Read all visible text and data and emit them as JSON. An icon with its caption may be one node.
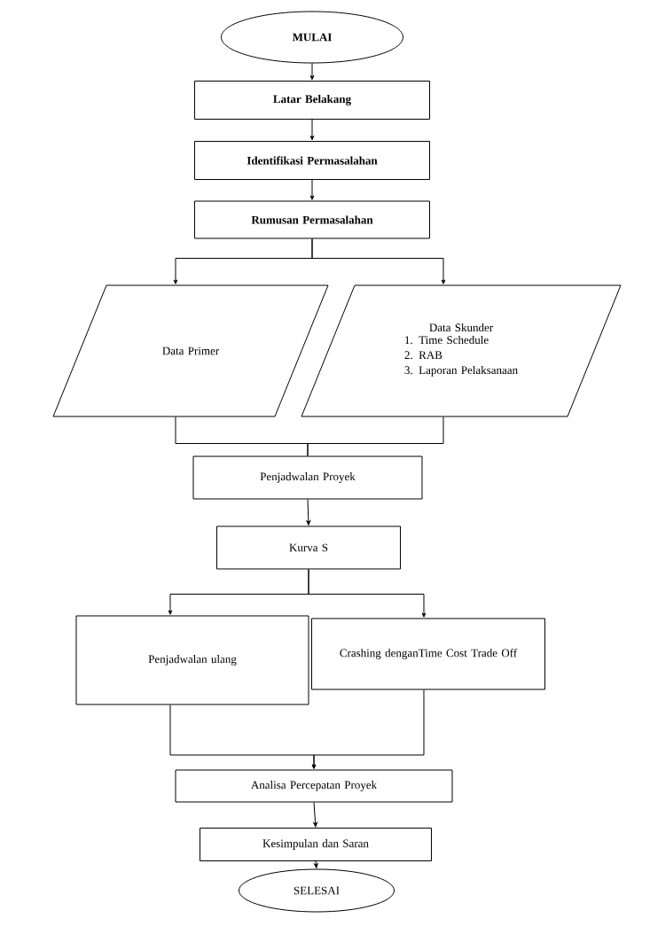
{
  "diagram": {
    "nodes": [
      {
        "text": [
          "MULAI"
        ]
      },
      {
        "text": [
          "Latar Belakang"
        ]
      },
      {
        "text": [
          "Identifikasi Permasalahan"
        ]
      },
      {
        "text": [
          "Rumusan Permasalahan"
        ]
      },
      {
        "text": [
          "Data Primer"
        ]
      },
      {
        "text": [
          "Data Skunder",
          "1. Time Schedule",
          "2. RAB",
          "3. Laporan Pelaksanaan"
        ]
      },
      {
        "text": [
          "Penjadwalan Proyek"
        ]
      },
      {
        "text": [
          "Kurva S"
        ]
      },
      {
        "text": [
          "Penjadwalan ulang"
        ]
      },
      {
        "text": [
          "Crashing denganTime Cost Trade Off"
        ]
      },
      {
        "text": [
          "Analisa Percepatan Proyek"
        ]
      },
      {
        "text": [
          "Kesimpulan dan Saran"
        ]
      },
      {
        "text": [
          "SELESAI"
        ]
      }
    ],
    "edges": [
      {
        "from": 0,
        "to": 1,
        "arrow": "to"
      },
      {
        "from": 1,
        "to": 2,
        "arrow": "to"
      },
      {
        "from": 2,
        "to": 3,
        "arrow": "to"
      },
      {
        "from": 3,
        "to": 4,
        "arrow": "to"
      },
      {
        "from": 3,
        "to": 5,
        "arrow": "to"
      },
      {
        "from": 4,
        "to": 6,
        "arrow": "none"
      },
      {
        "from": 5,
        "to": 6,
        "arrow": "none"
      },
      {
        "from": 6,
        "to": 7,
        "arrow": "to"
      },
      {
        "from": 7,
        "to": 8,
        "arrow": "to"
      },
      {
        "from": 7,
        "to": 9,
        "arrow": "to"
      },
      {
        "from": 8,
        "to": 10,
        "arrow": "to"
      },
      {
        "from": 9,
        "to": 10,
        "arrow": "to"
      },
      {
        "from": 10,
        "to": 11,
        "arrow": "to"
      },
      {
        "from": 11,
        "to": 12,
        "arrow": "to"
      }
    ]
  }
}
